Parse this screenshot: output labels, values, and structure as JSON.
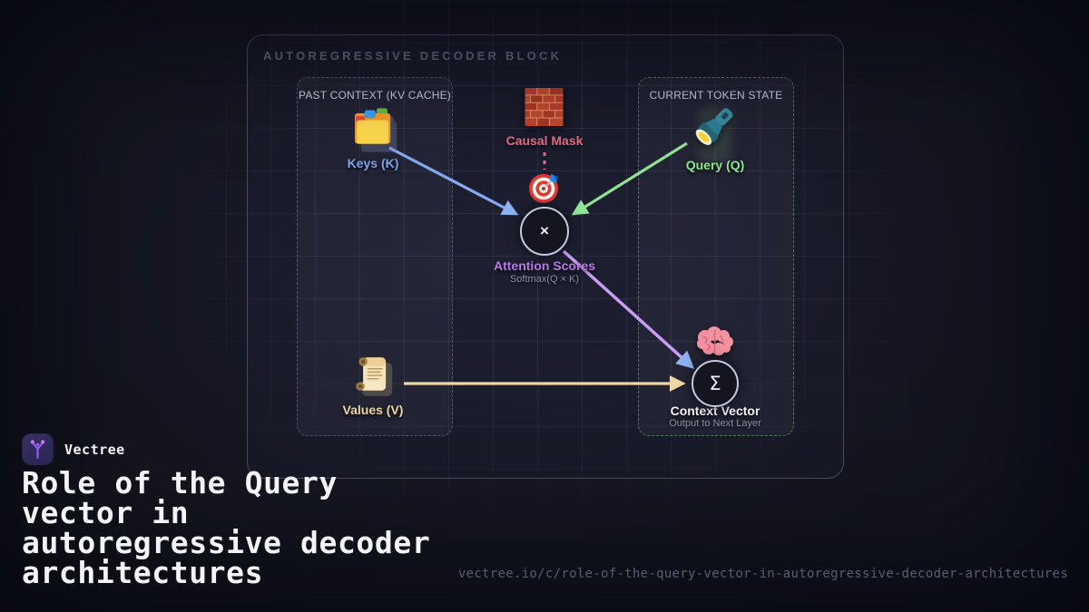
{
  "brand": {
    "name": "Vectree",
    "logo_icon": "vectree-branch-icon",
    "logo_bg": "#332c66",
    "logo_glyph_color": "#9b5df0"
  },
  "title": {
    "lines": [
      "Role of the Query",
      "vector in",
      "autoregressive decoder",
      "architectures"
    ]
  },
  "footer": {
    "url": "vectree.io/c/role-of-the-query-vector-in-autoregressive-decoder-architectures"
  },
  "diagram": {
    "block_label": "AUTOREGRESSIVE DECODER BLOCK",
    "panels": {
      "past_context": {
        "label": "PAST CONTEXT (KV CACHE)",
        "border_color": "#51566c"
      },
      "current_token": {
        "label": "CURRENT TOKEN STATE",
        "border_color": "#4e7a58"
      }
    },
    "nodes": {
      "keys": {
        "label": "Keys (K)",
        "icon": "card-index-dividers-icon",
        "label_color": "#7ea3ea"
      },
      "causal_mask": {
        "label": "Causal Mask",
        "icon": "brick-wall-icon",
        "label_color": "#e56e86"
      },
      "target": {
        "icon": "target-dart-icon"
      },
      "query": {
        "label": "Query (Q)",
        "icon": "flashlight-icon",
        "label_color": "#8ce88e"
      },
      "attention": {
        "operator": "×",
        "label": "Attention Scores",
        "sublabel": "Softmax(Q × K)",
        "label_color": "#bc77ea"
      },
      "values": {
        "label": "Values (V)",
        "icon": "scroll-icon",
        "label_color": "#eed7a4"
      },
      "brain": {
        "icon": "brain-icon"
      },
      "context": {
        "operator": "Σ",
        "label": "Context Vector",
        "sublabel": "Output to Next Layer",
        "label_color": "#f0f2f7"
      }
    },
    "arrows": {
      "keys_to_attention": {
        "color": "#88a9ef"
      },
      "query_to_attention": {
        "color": "#8fe394"
      },
      "attention_to_context": {
        "color": "#c99df2",
        "head_color": "#8fb1f2"
      },
      "values_to_context": {
        "color": "#f0d8a6"
      },
      "mask_to_target": {
        "color": "#e56e86",
        "style": "dashed"
      }
    }
  }
}
